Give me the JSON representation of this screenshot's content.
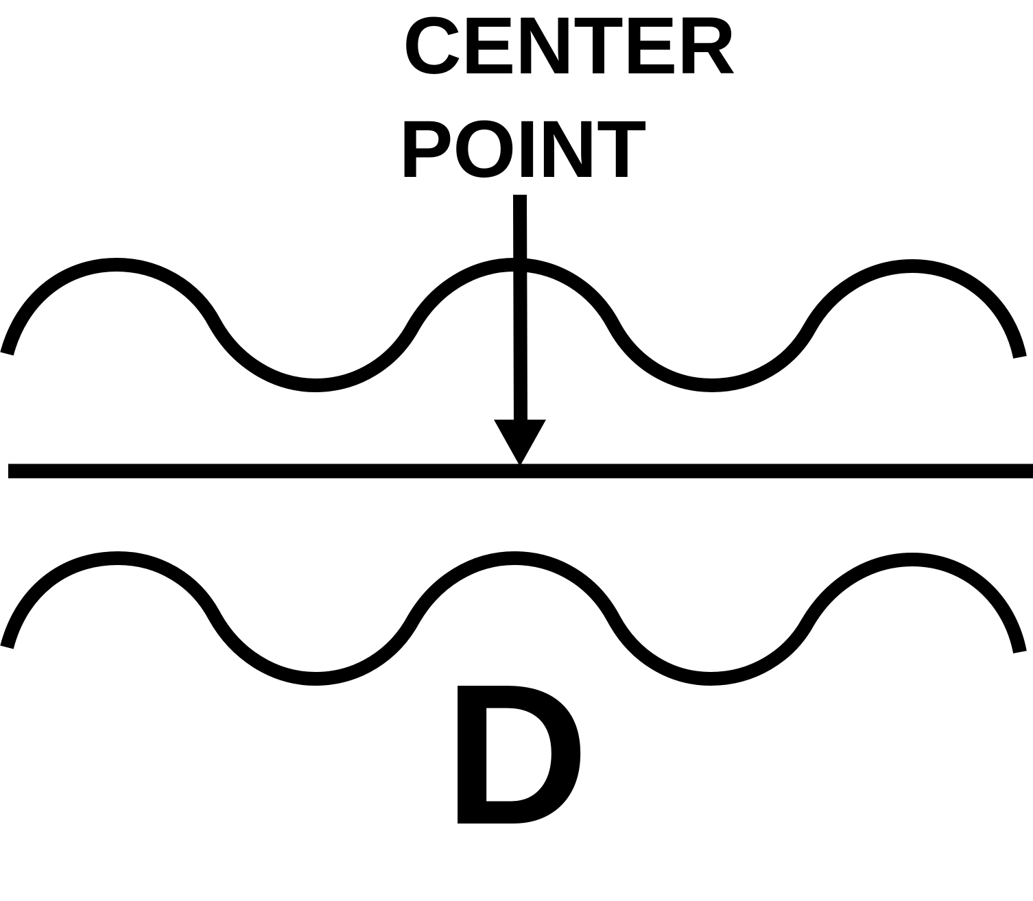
{
  "diagram": {
    "label_line1": "CENTER",
    "label_line2": "POINT",
    "bottom_label": "D",
    "ink_color": "#000000",
    "background_color": "#ffffff"
  }
}
